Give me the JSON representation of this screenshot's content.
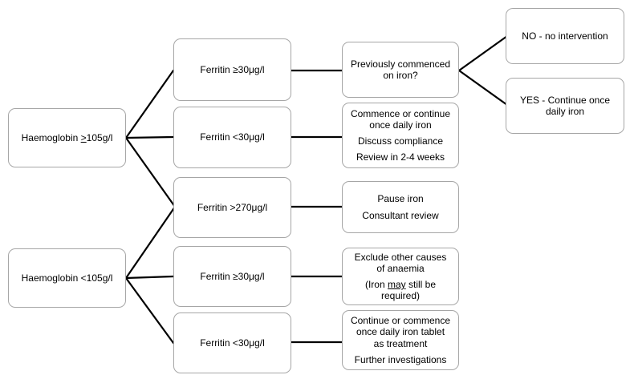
{
  "colors": {
    "box_border": "#a6a6a6",
    "box_fill": "#ffffff",
    "connector": "#000000",
    "text": "#000000"
  },
  "nodes": {
    "hb_high": {
      "pre": "Haemoglobin ",
      "underlined": ">",
      "post": "105g/l"
    },
    "hb_low": {
      "label": "Haemoglobin <105g/l"
    },
    "ferritin_ge30_top": {
      "label": "Ferritin ≥30μg/l"
    },
    "ferritin_lt30_top": {
      "label": "Ferritin <30μg/l"
    },
    "ferritin_gt270": {
      "label": "Ferritin >270μg/l"
    },
    "ferritin_ge30_bottom": {
      "label": "Ferritin ≥30μg/l"
    },
    "ferritin_lt30_bottom": {
      "label": "Ferritin <30μg/l"
    },
    "previously_commenced": {
      "label": "Previously commenced on iron?"
    },
    "commence_continue": {
      "lines": [
        "Commence or continue once daily iron",
        "Discuss compliance",
        "Review in 2-4 weeks"
      ]
    },
    "pause_iron": {
      "lines": [
        "Pause iron",
        "Consultant review"
      ]
    },
    "exclude_causes": {
      "line1": "Exclude other causes of anaemia",
      "line2_pre": "(Iron ",
      "line2_underlined": "may",
      "line2_post": " still be required)"
    },
    "continue_commence": {
      "lines": [
        "Continue or commence once daily iron tablet as treatment",
        "Further investigations"
      ]
    },
    "no_outcome": {
      "label": "NO - no intervention"
    },
    "yes_outcome": {
      "label": "YES - Continue once daily iron"
    }
  }
}
